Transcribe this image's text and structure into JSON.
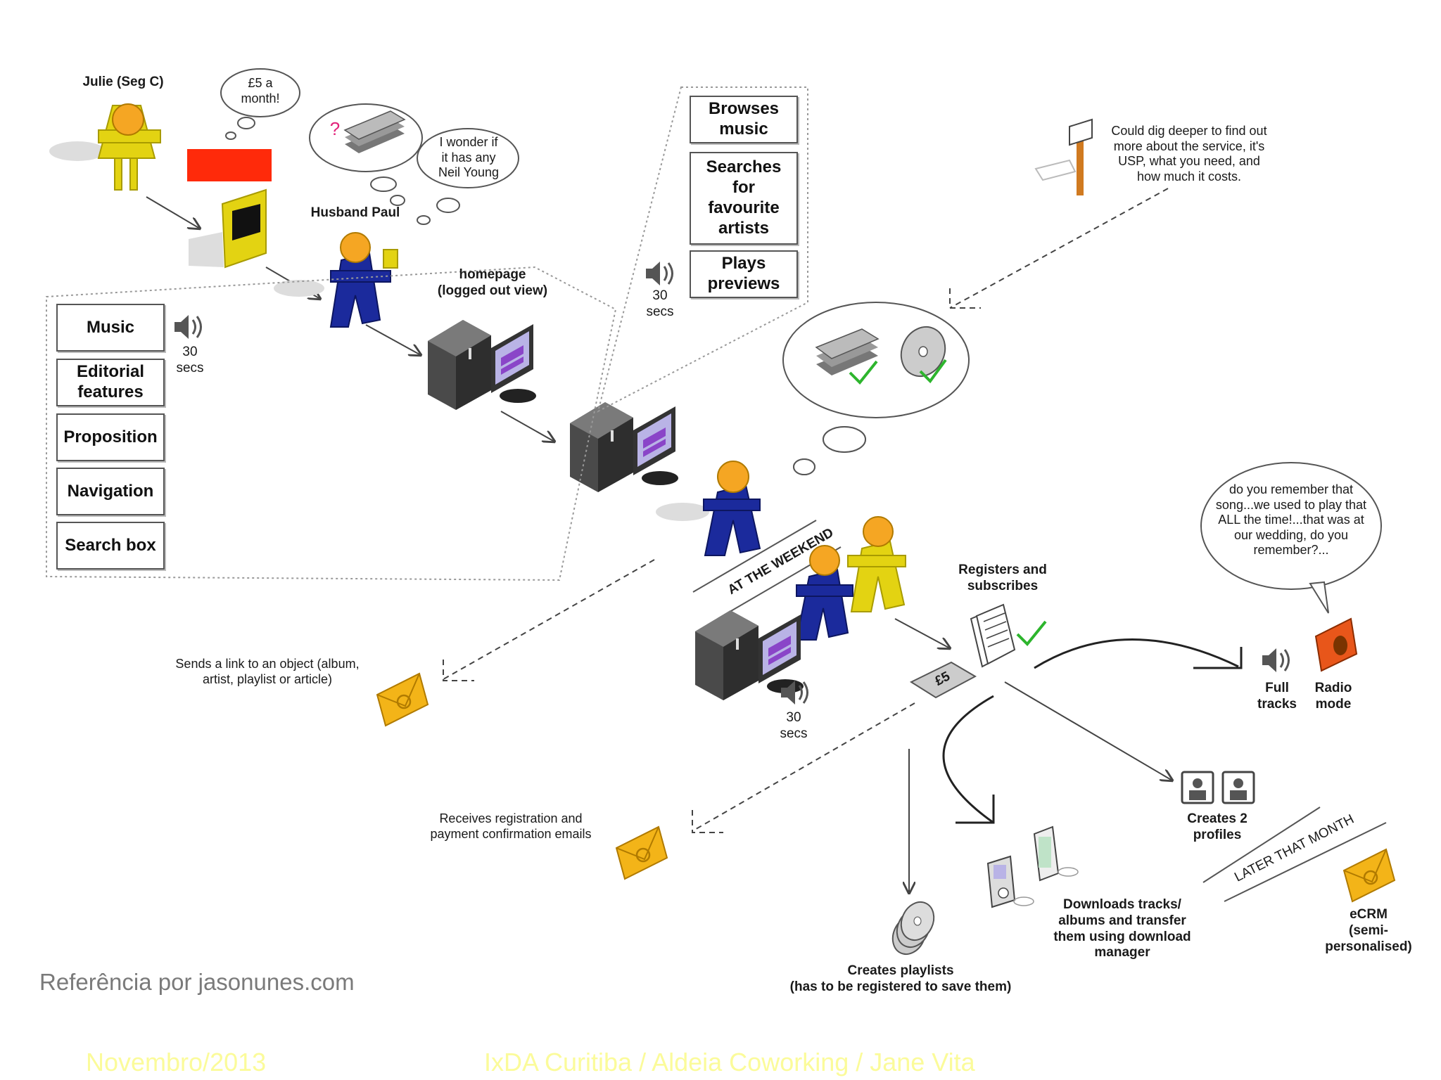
{
  "julie": {
    "label": "Julie (Seg C)",
    "thought": "£5 a\nmonth!"
  },
  "paul": {
    "label": "Husband Paul",
    "thought": "I wonder if\nit has any\nNeil Young",
    "question_mark": "?"
  },
  "homepage_label": "homepage\n(logged out view)",
  "left_boxes": [
    "Music",
    "Editorial\nfeatures",
    "Proposition",
    "Navigation",
    "Search box"
  ],
  "left_audio": "30\nsecs",
  "top_boxes": [
    "Browses\nmusic",
    "Searches\nfor\nfavourite\nartists",
    "Plays\npreviews"
  ],
  "top_audio": "30\nsecs",
  "dig_deeper": "Could dig deeper to find out\nmore about the service, it's\nUSP, what you need, and\nhow much it costs.",
  "at_weekend": "AT THE WEEKEND",
  "weekend_audio": "30\nsecs",
  "registers": "Registers and\nsubscribes",
  "price_tag": "£5",
  "sends_link": "Sends a link to an object (album,\nartist, playlist or article)",
  "receives_email": "Receives registration and\npayment confirmation emails",
  "remember_bubble": "do you remember that\nsong...we used to play that\nALL the time!...that was at\nour wedding, do you\nremember?...",
  "full_tracks": "Full\ntracks",
  "radio_mode": "Radio\nmode",
  "creates_profiles": "Creates 2\nprofiles",
  "later_month": "LATER THAT MONTH",
  "ecrm": "eCRM\n(semi-\npersonalised)",
  "downloads": "Downloads tracks/\nalbums and transfer\nthem using download\nmanager",
  "creates_playlists": "Creates  playlists\n(has to be registered to save them)",
  "reference": "Referência por jasonunes.com",
  "footer_left": "Novembro/2013",
  "footer_right": "IxDA Curitiba / Aldeia Coworking / Jane Vita",
  "colors": {
    "yellow_figure": "#e3d312",
    "blue_figure": "#1b2a9c",
    "head": "#f5a623",
    "red_block": "#ff2a0a",
    "envelope": "#f3b418",
    "footer_text": "#fbfb9a"
  },
  "icons": [
    "person-icon",
    "computer-icon",
    "speaker-icon",
    "money-icon",
    "cd-icon",
    "envelope-icon",
    "document-icon",
    "radio-icon",
    "profile-icon",
    "mp3-player-icon",
    "signpost-icon",
    "thought-cloud-icon"
  ]
}
